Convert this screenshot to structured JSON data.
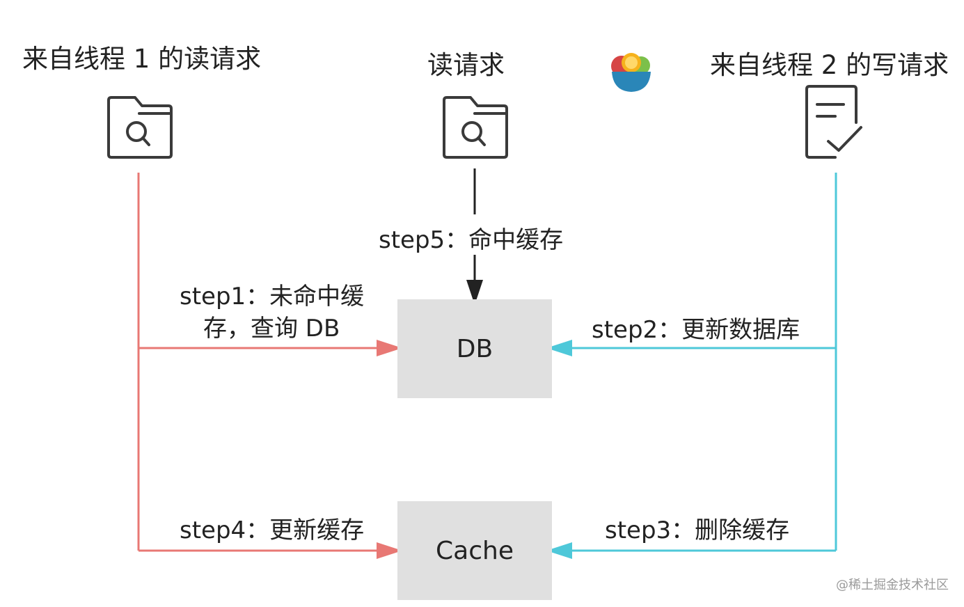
{
  "actors": {
    "left_title": "来自线程 1 的读请求",
    "middle_title": "读请求",
    "right_title": "来自线程 2 的写请求"
  },
  "boxes": {
    "db": "DB",
    "cache": "Cache"
  },
  "steps": {
    "step1_line1": "step1：未命中缓",
    "step1_line2": "存，查询 DB",
    "step2": "step2：更新数据库",
    "step3": "step3：删除缓存",
    "step4": "step4：更新缓存",
    "step5": "step5：命中缓存"
  },
  "watermark": "@稀土掘金技术社区",
  "colors": {
    "thread1": "#e87874",
    "thread2": "#4ec8d9",
    "reader": "#222222",
    "box_fill": "#e0e0e0",
    "icon_stroke": "#3a3a3a"
  },
  "icons": {
    "left": "folder-search-icon",
    "middle": "folder-search-icon",
    "right": "document-check-icon",
    "logo": "fruit-bowl-icon"
  }
}
